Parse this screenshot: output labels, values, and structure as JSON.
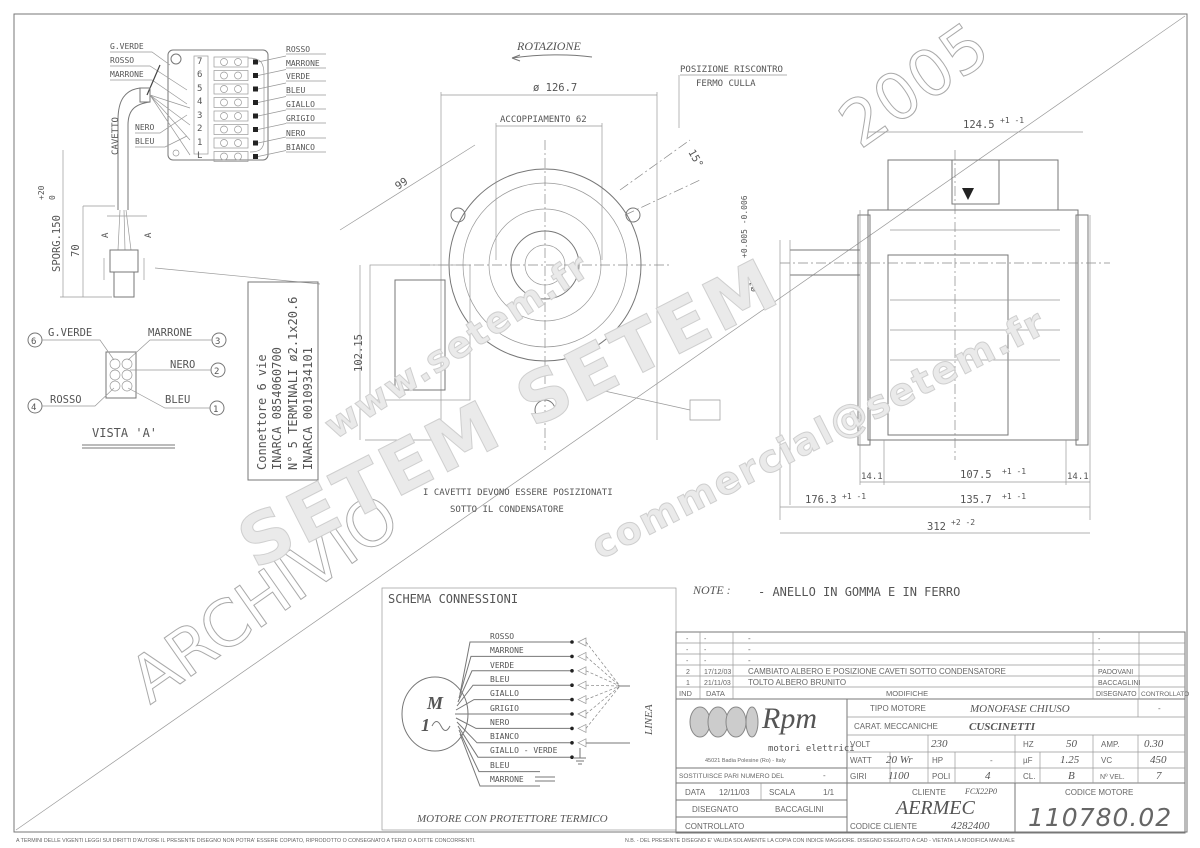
{
  "watermarks": {
    "archive_word": "ARCHIVIO",
    "archive_year": "2005",
    "url": "www.setem.fr",
    "brand": "SETEM SETEM",
    "email": "commercial@setem.fr"
  },
  "connector_wiring": {
    "left_labels": [
      "G.VERDE",
      "ROSSO",
      "MARRONE",
      "NERO",
      "BLEU"
    ],
    "terminal_numbers": [
      "7",
      "6",
      "5",
      "4",
      "3",
      "2",
      "1",
      "L"
    ],
    "right_labels": [
      "ROSSO",
      "MARRONE",
      "VERDE",
      "BLEU",
      "GIALLO",
      "GRIGIO",
      "NERO",
      "BIANCO"
    ],
    "cable_label": "CAVETTO",
    "protrusion_label": "SPORG.150",
    "protrusion_tol_plus": "+20",
    "protrusion_tol_minus": "0",
    "length_70": "70",
    "section_mark": "A"
  },
  "vista_a": {
    "title": "VISTA 'A'",
    "pins": [
      {
        "num": "6",
        "label": "G.VERDE"
      },
      {
        "num": "3",
        "label": "MARRONE"
      },
      {
        "num": "2",
        "label": "NERO"
      },
      {
        "num": "4",
        "label": "ROSSO"
      },
      {
        "num": "1",
        "label": "BLEU"
      }
    ]
  },
  "connector_info": [
    "Connettore 6 vie",
    "INARCA 0854060700",
    "N° 5 TERMINALI ø2.1x20.6",
    "INARCA 0010934101"
  ],
  "front_view": {
    "rotation_label": "ROTAZIONE",
    "diameter": "ø 126.7",
    "coupling": "ACCOPPIAMENTO 62",
    "stop_position_1": "POSIZIONE RISCONTRO",
    "stop_position_2": "FERMO CULLA",
    "angle": "15°",
    "dim_99": "99",
    "dim_102": "102.15",
    "cable_note_1": "I CAVETTI DEVONO ESSERE POSIZIONATI",
    "cable_note_2": "SOTTO IL CONDENSATORE"
  },
  "side_view": {
    "dim_124": "124.5",
    "tol_1": "+1 -1",
    "shaft_dia": "ø12.7",
    "shaft_tol": "+0.005 -0.006",
    "dim_14a": "14.1",
    "dim_107": "107.5",
    "dim_14b": "14.1",
    "dim_176": "176.3",
    "dim_135": "135.7",
    "dim_312": "312",
    "tol_2": "+2 -2"
  },
  "note": {
    "label": "NOTE :",
    "text": "- ANELLO IN GOMMA E IN FERRO"
  },
  "schema": {
    "title": "SCHEMA CONNESSIONI",
    "motor_m": "M",
    "motor_phase": "1",
    "wires": [
      "ROSSO",
      "MARRONE",
      "VERDE",
      "BLEU",
      "GIALLO",
      "GRIGIO",
      "NERO",
      "BIANCO",
      "GIALLO - VERDE",
      "BLEU",
      "MARRONE"
    ],
    "line_label": "LINEA",
    "caption": "MOTORE CON PROTETTORE TERMICO"
  },
  "revisions": {
    "rows": [
      {
        "ind": "-",
        "data": "-",
        "mod": "-",
        "dis": "-",
        "con": ""
      },
      {
        "ind": "-",
        "data": "-",
        "mod": "-",
        "dis": "-",
        "con": ""
      },
      {
        "ind": "-",
        "data": "-",
        "mod": "-",
        "dis": "-",
        "con": ""
      },
      {
        "ind": "2",
        "data": "17/12/03",
        "mod": "CAMBIATO ALBERO E POSIZIONE CAVETI SOTTO CONDENSATORE",
        "dis": "PADOVANI",
        "con": ""
      },
      {
        "ind": "1",
        "data": "21/11/03",
        "mod": "TOLTO ALBERO BRUNITO",
        "dis": "BACCAGLINI",
        "con": ""
      }
    ],
    "headers": {
      "ind": "IND",
      "data": "DATA",
      "mod": "MODIFICHE",
      "dis": "DISEGNATO",
      "con": "CONTROLLATO"
    }
  },
  "title_block": {
    "logo_text": "Rpm",
    "logo_sub": "motori elettrici",
    "address": "45021 Badia Polesine (Ro) - Italy",
    "tipo_motore_label": "TIPO MOTORE",
    "tipo_motore": "MONOFASE CHIUSO",
    "tipo_extra": "-",
    "carat_label": "CARAT. MECCANICHE",
    "carat": "CUSCINETTI",
    "volt_label": "VOLT",
    "volt": "230",
    "hz_label": "HZ",
    "hz": "50",
    "amp_label": "AMP.",
    "amp": "0.30",
    "watt_label": "WATT",
    "watt": "20 Wr",
    "hp_label": "HP",
    "hp": "-",
    "uf_label": "µF",
    "uf": "1.25",
    "vc_label": "VC",
    "vc": "450",
    "giri_label": "GIRI",
    "giri": "1100",
    "poli_label": "POLI",
    "poli": "4",
    "cl_label": "CL.",
    "cl": "B",
    "nvel_label": "Nº VEL.",
    "nvel": "7",
    "sostituisce_label": "SOSTITUISCE PARI NUMERO DEL",
    "sostituisce": "-",
    "data_label": "DATA",
    "data": "12/11/03",
    "scala_label": "SCALA",
    "scala": "1/1",
    "disegnato_label": "DISEGNATO",
    "disegnato": "BACCAGLINI",
    "controllato_label": "CONTROLLATO",
    "cliente_label": "CLIENTE",
    "cliente_code": "FCX22P0",
    "cliente": "AERMEC",
    "codice_cliente_label": "CODICE CLIENTE",
    "codice_cliente": "4282400",
    "codice_motore_label": "CODICE MOTORE",
    "codice_motore": "110780.02"
  },
  "footer": {
    "left": "A TERMINI DELLE VIGENTI LEGGI SUI DIRITTI D'AUTORE IL PRESENTE DISEGNO NON POTRA' ESSERE COPIATO, RIPRODOTTO O CONSEGNATO A TERZI O A DITTE CONCORRENTI.",
    "right": "N.B. - DEL PRESENTE DISEGNO E' VALIDA SOLAMENTE LA COPIA CON INDICE MAGGIORE. DISEGNO ESEGUITO A CAD - VIETATA LA MODIFICA MANUALE"
  }
}
